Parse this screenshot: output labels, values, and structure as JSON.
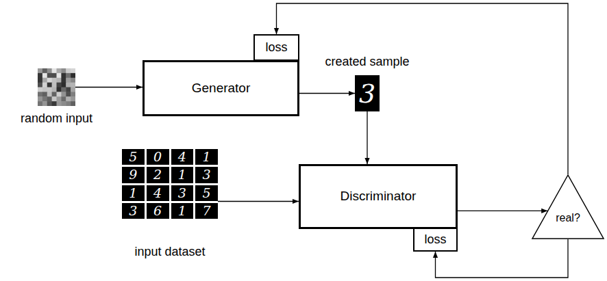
{
  "diagram": {
    "nodes": [
      {
        "text": [
          "random input"
        ]
      },
      {
        "text": [
          "Generator"
        ]
      },
      {
        "text": [
          "loss"
        ]
      },
      {
        "text": [
          "created sample",
          "3"
        ]
      },
      {
        "text": [
          "5",
          "0",
          "4",
          "1",
          "9",
          "2",
          "1",
          "3",
          "1",
          "4",
          "3",
          "5",
          "3",
          "6",
          "1",
          "7",
          "input dataset"
        ]
      },
      {
        "text": [
          "Discriminator"
        ]
      },
      {
        "text": [
          "loss"
        ]
      },
      {
        "text": [
          "real?"
        ]
      }
    ],
    "edges": [
      {
        "from": 0,
        "to": 1,
        "arrow": "to"
      },
      {
        "from": 1,
        "to": 3,
        "arrow": "to"
      },
      {
        "from": 3,
        "to": 5,
        "arrow": "to"
      },
      {
        "from": 4,
        "to": 5,
        "arrow": "to"
      },
      {
        "from": 5,
        "to": 7,
        "arrow": "to"
      },
      {
        "from": 7,
        "to": 2,
        "arrow": "to"
      },
      {
        "from": 7,
        "to": 6,
        "arrow": "to"
      }
    ]
  }
}
